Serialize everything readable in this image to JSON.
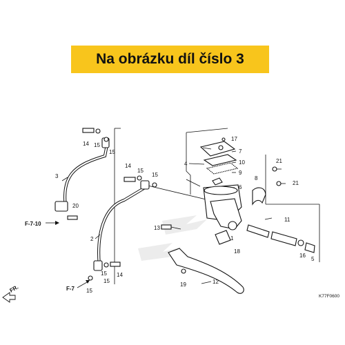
{
  "banner": {
    "text": "Na obrázku díl číslo 3",
    "color": "#f8c51c"
  },
  "diagram_code": "K77F0600",
  "direction_arrow": "FR.",
  "references": {
    "f7_10": "F-7-10",
    "f7": "F-7"
  },
  "part_numbers": [
    "1",
    "2",
    "3",
    "4",
    "5",
    "6",
    "7",
    "8",
    "9",
    "10",
    "11",
    "12",
    "13",
    "14",
    "15",
    "16",
    "17",
    "18",
    "19",
    "20",
    "21"
  ],
  "callouts": {
    "n1": "1",
    "n2": "2",
    "n3": "3",
    "n4": "4",
    "n5": "5",
    "n6": "6",
    "n7": "7",
    "n8": "8",
    "n9": "9",
    "n10": "10",
    "n11": "11",
    "n12": "12",
    "n13": "13",
    "n14": "14",
    "n15": "15",
    "n16": "16",
    "n17": "17",
    "n18": "18",
    "n19": "19",
    "n20": "20",
    "n21": "21"
  }
}
